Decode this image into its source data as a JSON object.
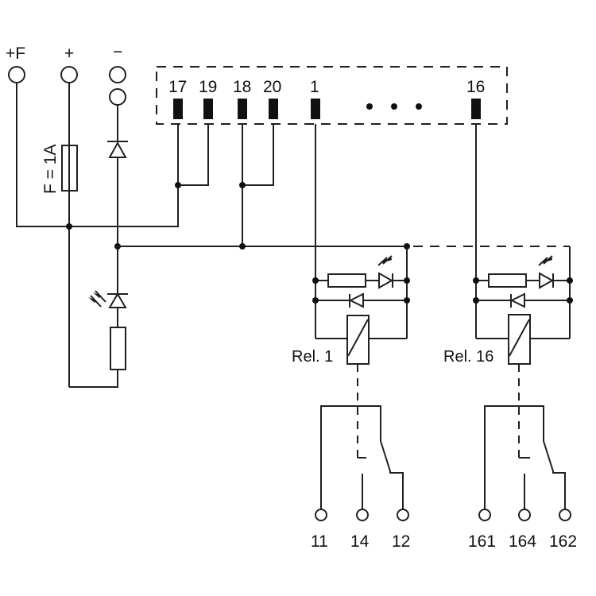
{
  "supply_terminals": [
    {
      "label": "+F"
    },
    {
      "label": "+"
    },
    {
      "label": "−"
    }
  ],
  "fuse": {
    "label": "F = 1A"
  },
  "connector_pins": [
    {
      "label": "17"
    },
    {
      "label": "19"
    },
    {
      "label": "18"
    },
    {
      "label": "20"
    },
    {
      "label": "1"
    },
    {
      "label": "..."
    },
    {
      "label": "16"
    }
  ],
  "relays": [
    {
      "label": "Rel. 1",
      "contacts": [
        "11",
        "14",
        "12"
      ]
    },
    {
      "label": "Rel. 16",
      "contacts": [
        "161",
        "164",
        "162"
      ]
    }
  ],
  "colors": {
    "line": "#231f20",
    "background": "#ffffff"
  }
}
